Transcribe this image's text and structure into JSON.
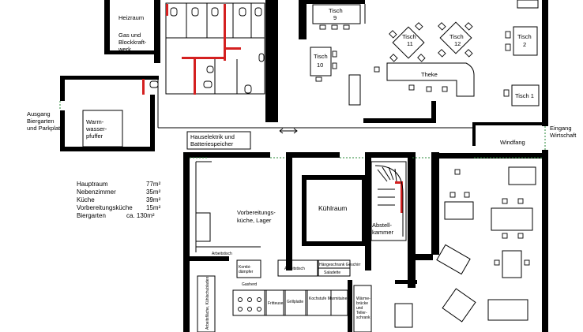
{
  "rooms": {
    "heizraum": "Heizraum",
    "gas_line1": "Gas und",
    "gas_line2": "Blockkraft-",
    "gas_line3": "werk",
    "ausgang_line1": "Ausgang",
    "ausgang_line2": "Biergarten",
    "ausgang_line3": "und Parkplatz",
    "warmwasser_line1": "Warm-",
    "warmwasser_line2": "wasser-",
    "warmwasser_line3": "pfuffer",
    "hauselektrik_line1": "Hauselektrik und",
    "hauselektrik_line2": "Batteriespeicher",
    "vorbereitung_line1": "Vorbereitungs-",
    "vorbereitung_line2": "küche, Lager",
    "kuehlraum": "Kühlraum",
    "abstell_line1": "Abstell-",
    "abstell_line2": "kammer",
    "theke": "Theke",
    "windfang": "Windfang",
    "eingang_line1": "Eingang",
    "eingang_line2": "Wirtschaft"
  },
  "tables": {
    "t9_a": "Tisch",
    "t9_b": "9",
    "t10_a": "Tisch",
    "t10_b": "10",
    "t11_a": "Tisch",
    "t11_b": "11",
    "t12_a": "Tisch",
    "t12_b": "12",
    "t2_a": "Tisch",
    "t2_b": "2",
    "t1": "Tisch 1"
  },
  "kitchen": {
    "arbeitstisch": "Arbeitstisch",
    "arbeitstisch2": "Arbeitstisch",
    "kombi_line1": "Kombi-",
    "kombi_line2": "dämpfer",
    "kuehlschrank": "Hängeschrank Geschirr",
    "saladette": "Saladette",
    "arbeitsflaeche": "Arbeitsfläche, Kühlschubladen",
    "gasherd": "Gasherd",
    "fritteuse": "Fritteuse",
    "grillplatte": "Grillplatte",
    "kochstufe": "Kochstufe Marmitaine",
    "waerme_line1": "Wärme-",
    "waerme_line2": "brücke",
    "waerme_line3": "und",
    "waerme_line4": "Teller-",
    "waerme_line5": "schrank"
  },
  "areas": [
    {
      "name": "Hauptraum",
      "value": "77m²"
    },
    {
      "name": "Nebenzimmer",
      "value": "35m²"
    },
    {
      "name": "Küche",
      "value": "39m²"
    },
    {
      "name": "Vorbereitungsküche",
      "value": "15m²"
    },
    {
      "name": "Biergarten",
      "value": "ca. 130m²"
    }
  ],
  "colors": {
    "wall": "#000000",
    "pipe": "#d42020",
    "door_dash": "#2a8a3a"
  }
}
